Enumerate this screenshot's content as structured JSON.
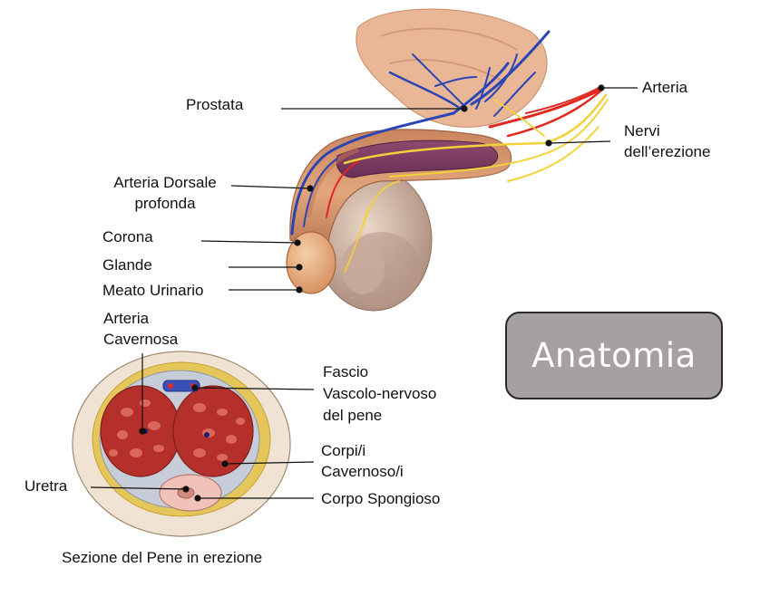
{
  "labels": {
    "prostata": "Prostata",
    "arteria_dorsale_1": "Arteria Dorsale",
    "arteria_dorsale_2": "profonda",
    "corona": "Corona",
    "glande": "Glande",
    "meato": "Meato Urinario",
    "arteria": "Arteria",
    "nervi_1": "Nervi",
    "nervi_2": "dell’erezione",
    "arteria_cavernosa_1": "Arteria",
    "arteria_cavernosa_2": "Cavernosa",
    "fascio_1": "Fascio",
    "fascio_2": "Vascolo-nervoso",
    "fascio_3": "del pene",
    "corpi_1": "Corpi/i",
    "corpi_2": "Cavernoso/i",
    "uretra": "Uretra",
    "spongioso": "Corpo Spongioso"
  },
  "caption": "Sezione del Pene in erezione",
  "title_box": "Anatomia",
  "colors": {
    "skin": "#e6b48f",
    "tissue_red": "#b5302a",
    "vein_blue": "#2b45b5",
    "artery_red": "#e0281f",
    "nerve_yellow": "#f2d23a",
    "box_fill": "#a6a0a0"
  }
}
